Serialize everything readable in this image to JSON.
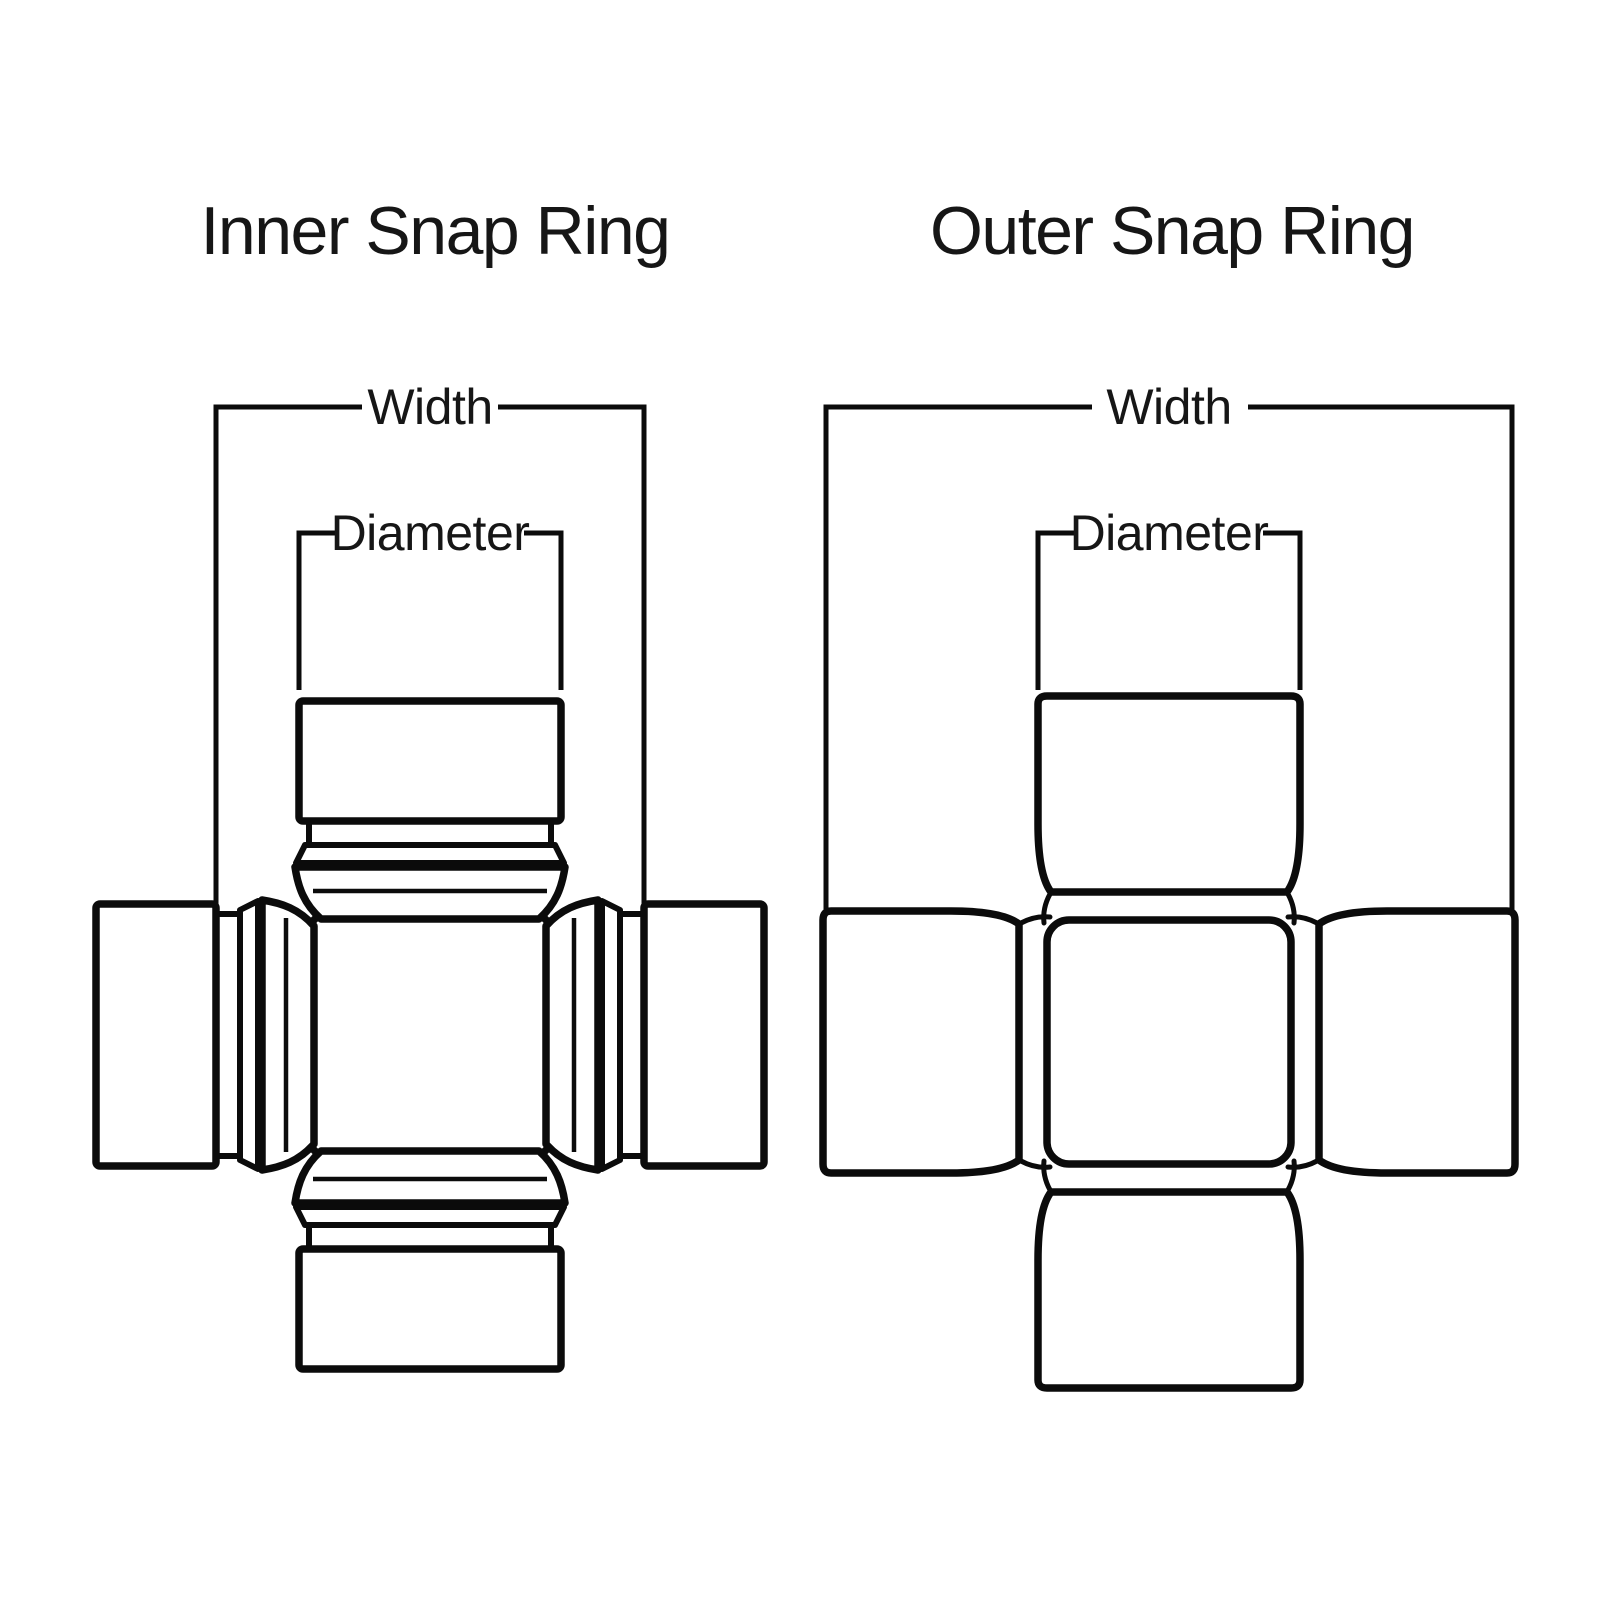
{
  "page": {
    "background": "#ffffff",
    "line_color": "#0b0b0b"
  },
  "figures": {
    "inner": {
      "title": "Inner Snap Ring",
      "width_label": "Width",
      "diameter_label": "Diameter"
    },
    "outer": {
      "title": "Outer Snap Ring",
      "width_label": "Width",
      "diameter_label": "Diameter"
    }
  }
}
